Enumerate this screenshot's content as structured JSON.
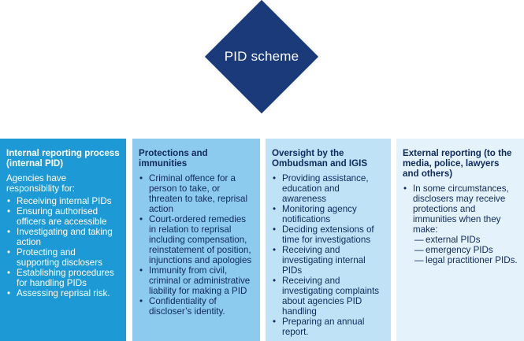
{
  "diamond": {
    "label": "PID scheme",
    "color": "#1a3a7a"
  },
  "boxes": [
    {
      "title": "Internal reporting process (internal PID)",
      "intro": "Agencies have responsibility for:",
      "items": [
        "Receiving internal PIDs",
        "Ensuring authorised officers are accessible",
        "Investigating and taking action",
        "Protecting and supporting disclosers",
        "Establishing procedures for handling PIDs",
        "Assessing reprisal risk."
      ],
      "color": "#1d9ad6"
    },
    {
      "title": "Protections and immunities",
      "items": [
        "Criminal offence for a person to take, or threaten to take, reprisal action",
        "Court-ordered remedies in relation to reprisal including compensation, reinstatement of position, injunctions and apologies",
        "Immunity from civil, criminal or administrative liability for making a PID",
        "Confidentiality of discloser’s identity."
      ],
      "color": "#8ccaee"
    },
    {
      "title": "Oversight by the Ombudsman and IGIS",
      "items": [
        "Providing assistance, education and awareness",
        "Monitoring agency notifications",
        "Deciding extensions of time for investigations",
        "Receiving and investigating internal PIDs",
        "Receiving and investigating complaints about agencies PID handling",
        "Preparing an annual report."
      ],
      "color": "#bfe2f6"
    },
    {
      "title": "External reporting (to the media, police, lawyers and others)",
      "items": [
        "In some circumstances, disclosers may receive protections and immunities when they make:"
      ],
      "subitems": [
        "external PIDs",
        "emergency PIDs",
        "legal practitioner PIDs."
      ],
      "color": "#e4f2fb"
    }
  ]
}
